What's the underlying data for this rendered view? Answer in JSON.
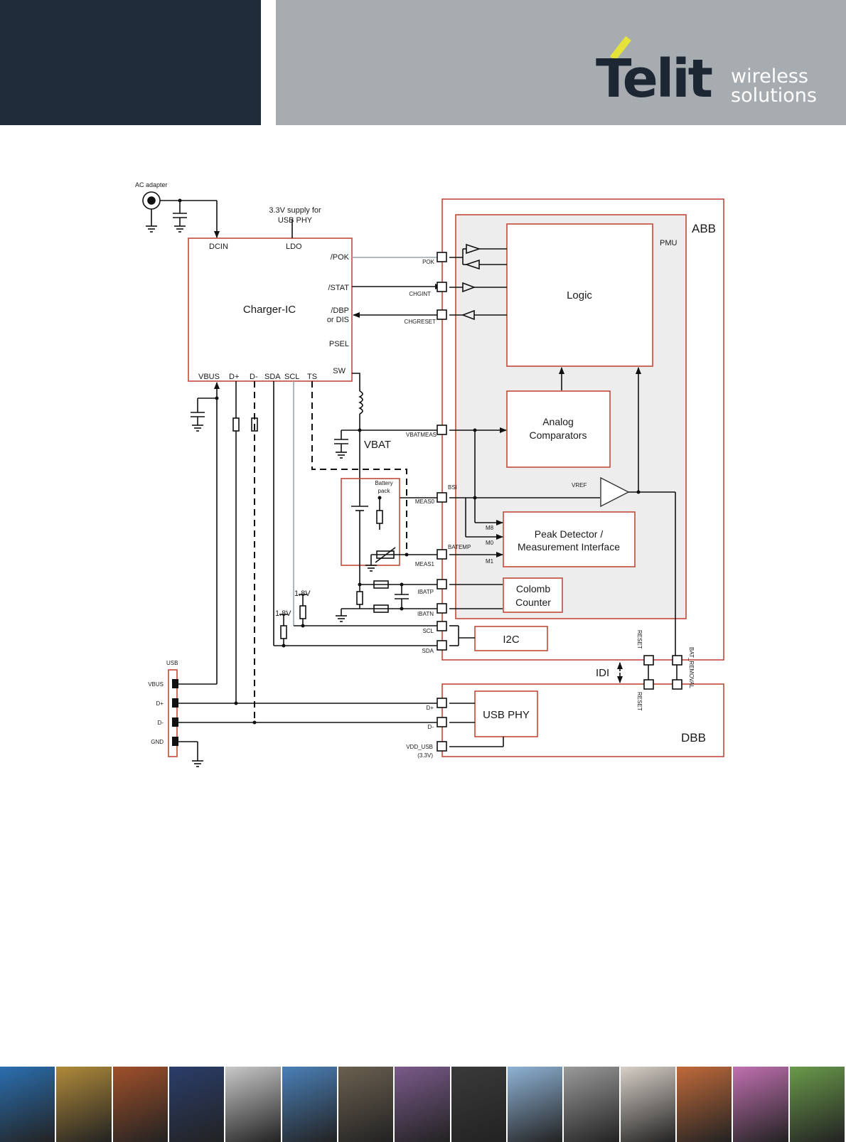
{
  "header": {
    "brand": "Telit",
    "tagline_1": "wireless",
    "tagline_2": "solutions",
    "colors": {
      "dark": "#1f2d3a",
      "grey": "#a7acb0",
      "accent": "#e5e23a"
    }
  },
  "diagram": {
    "ac_adapter": "AC adapter",
    "ldo_supply_1": "3.3V supply for",
    "ldo_supply_2": "USB PHY",
    "charger": {
      "title": "Charger-IC",
      "dcin": "DCIN",
      "ldo": "LDO",
      "pok": "/POK",
      "stat": "/STAT",
      "dbp_1": "/DBP",
      "dbp_2": "or DIS",
      "psel": "PSEL",
      "sw": "SW",
      "vbus": "VBUS",
      "dplus": "D+",
      "dminus": "D-",
      "sda": "SDA",
      "scl": "SCL",
      "ts": "TS"
    },
    "abb": "ABB",
    "pmu": "PMU",
    "dbb": "DBB",
    "blocks": {
      "logic": "Logic",
      "analog_1": "Analog",
      "analog_2": "Comparators",
      "peak_1": "Peak Detector /",
      "peak_2": "Measurement Interface",
      "colomb_1": "Colomb",
      "colomb_2": "Counter",
      "i2c": "I2C",
      "usbphy": "USB PHY"
    },
    "pins": {
      "pok": "POK",
      "chgint": "CHGINT",
      "chgreset": "CHGRESET",
      "vbatmeas": "VBATMEAS",
      "meas0": "MEAS0",
      "bsi": "BSI",
      "meas1": "MEAS1",
      "batemp": "BATEMP",
      "ibatp": "IBATP",
      "ibatn": "IBATN",
      "scl": "SCL",
      "sda": "SDA",
      "dp": "D+",
      "dm": "D-",
      "vddusb_1": "VDD_USB",
      "vddusb_2": "(3.3V)",
      "m8": "M8",
      "m0": "M0",
      "m1": "M1",
      "vref": "VREF"
    },
    "vbat": "VBAT",
    "battery_1": "Battery",
    "battery_2": "pack",
    "v18_a": "1.8V",
    "v18_b": "1.8V",
    "usb": "USB",
    "usb_vbus": "VBUS",
    "usb_dp": "D+",
    "usb_dm": "D-",
    "usb_gnd": "GND",
    "idi": "IDI",
    "reset_1": "RESET",
    "reset_2": "RESET",
    "bat_removal": "BAT_REMOVAL"
  },
  "photo_strip": [
    "#2a6fb0",
    "#b08a3a",
    "#a0502a",
    "#2a3d6a",
    "#c9c9c9",
    "#4a80b8",
    "#6b6050",
    "#7a5a8a",
    "#3a3a3a",
    "#8fb3d6",
    "#9a9a9a",
    "#d8d0c8",
    "#c06a3a",
    "#c070b0",
    "#6a9a4a"
  ]
}
